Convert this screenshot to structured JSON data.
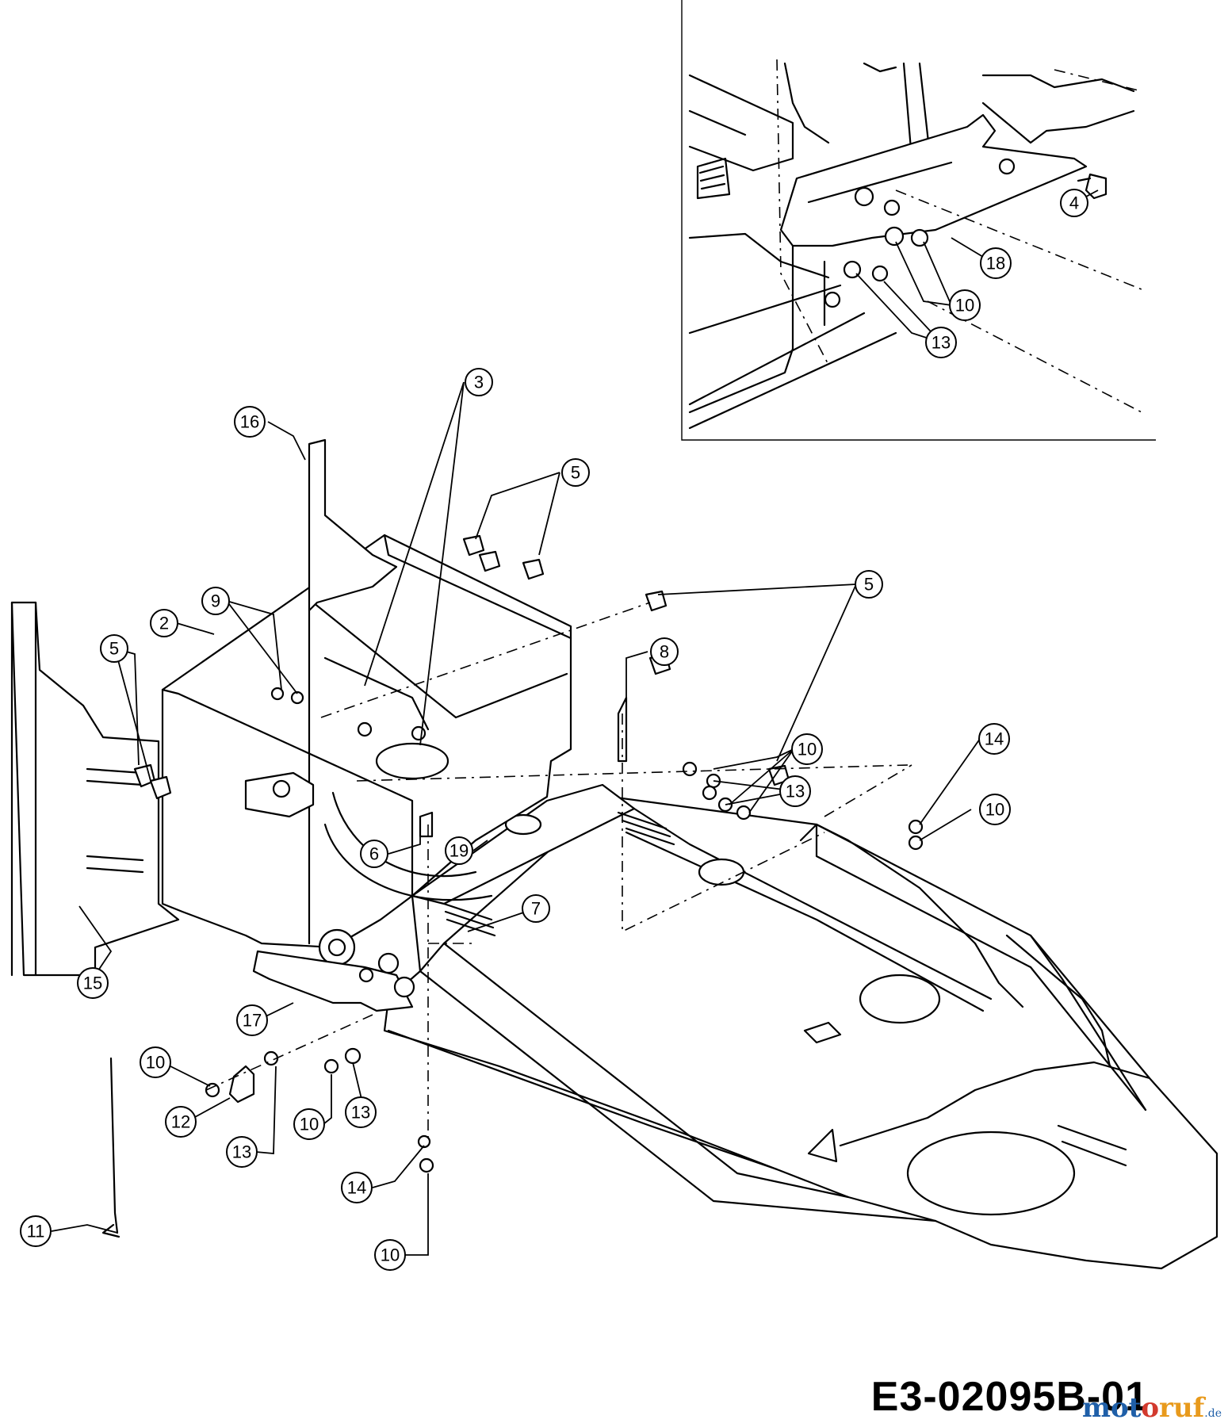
{
  "drawing_code": "E3-02095B-01",
  "watermark": "motoruf.de",
  "callouts": {
    "c2": "2",
    "c3": "3",
    "c4": "4",
    "c5a": "5",
    "c5b": "5",
    "c5c": "5",
    "c6": "6",
    "c7": "7",
    "c8": "8",
    "c9": "9",
    "c10a": "10",
    "c10b": "10",
    "c10c": "10",
    "c10d": "10",
    "c10e": "10",
    "c10f": "10",
    "c11": "11",
    "c12": "12",
    "c13a": "13",
    "c13b": "13",
    "c13c": "13",
    "c13d": "13",
    "c14a": "14",
    "c14b": "14",
    "c15": "15",
    "c16": "16",
    "c17": "17",
    "c18": "18",
    "c19": "19"
  },
  "icons": {
    "inset": "detail-inset-view"
  }
}
